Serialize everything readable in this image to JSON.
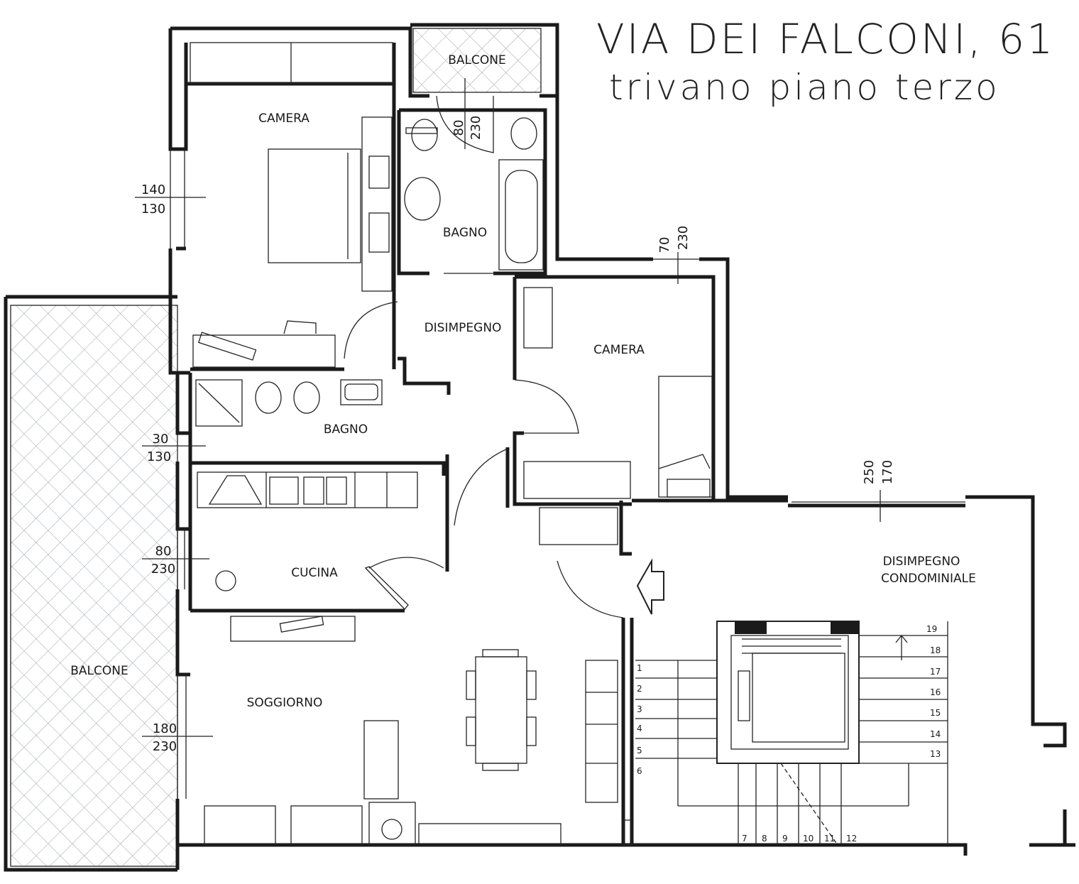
{
  "header": {
    "title": "VIA DEI FALCONI, 61",
    "subtitle": "trivano piano terzo"
  },
  "rooms": {
    "camera_top": "CAMERA",
    "balcone_top": "BALCONE",
    "bagno_top": "BAGNO",
    "disimpegno": "DISIMPEGNO",
    "camera_right": "CAMERA",
    "bagno_middle": "BAGNO",
    "cucina": "CUCINA",
    "soggiorno": "SOGGIORNO",
    "balcone_left": "BALCONE",
    "disimpegno_condominiale_1": "DISIMPEGNO",
    "disimpegno_condominiale_2": "CONDOMINIALE"
  },
  "dimensions": {
    "window_camera_top": [
      "140",
      "130"
    ],
    "window_bagno": [
      "30",
      "130"
    ],
    "window_cucina": [
      "80",
      "230"
    ],
    "window_soggiorno": [
      "180",
      "230"
    ],
    "door_balcone_top": [
      "80",
      "230"
    ],
    "window_camera_right": [
      "70",
      "230"
    ],
    "entrance_condominiale": [
      "250",
      "170"
    ]
  },
  "stairs": {
    "steps": [
      "1",
      "2",
      "3",
      "4",
      "5",
      "6",
      "7",
      "8",
      "9",
      "10",
      "11",
      "12",
      "13",
      "14",
      "15",
      "16",
      "17",
      "18",
      "19"
    ]
  }
}
